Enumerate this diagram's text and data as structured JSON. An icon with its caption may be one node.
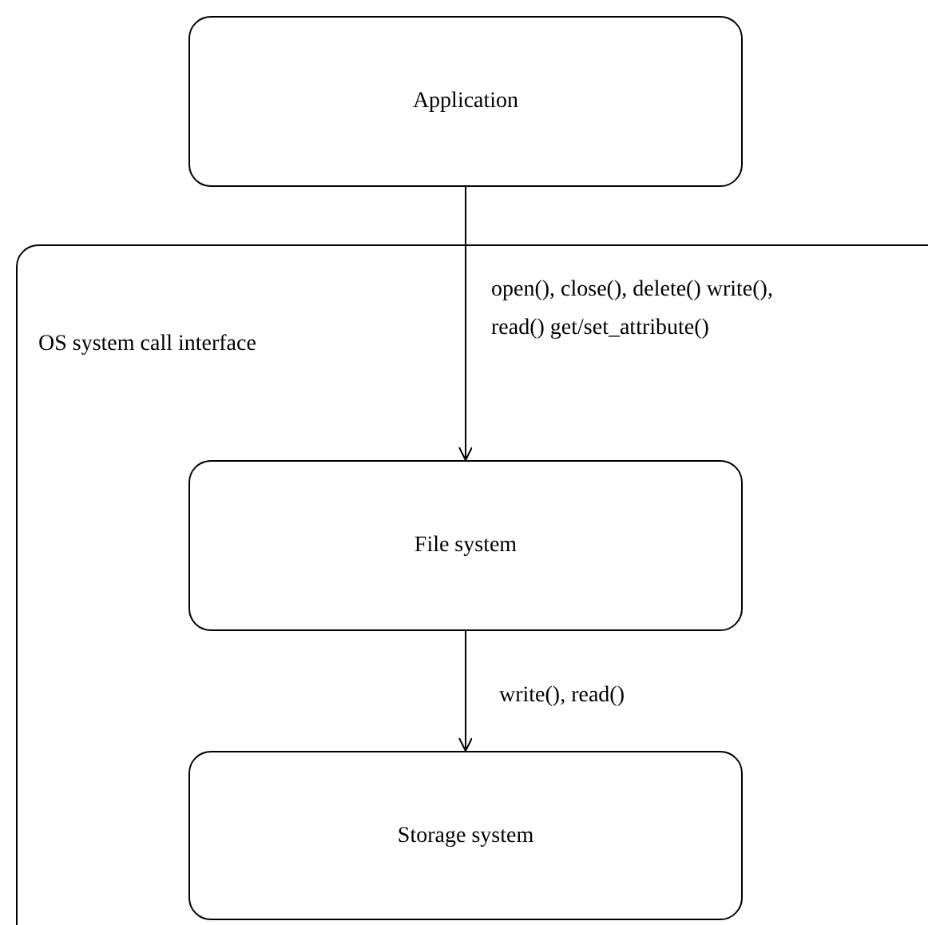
{
  "diagram": {
    "nodes": [
      {
        "text": [
          "Application"
        ]
      },
      {
        "text": [
          "OS system call interface"
        ]
      },
      {
        "text": [
          "File system"
        ],
        "in": 1
      },
      {
        "text": [
          "Storage system"
        ],
        "in": 1
      }
    ],
    "edges": [
      {
        "from": 0,
        "to": 2,
        "arrow": "to",
        "label": "open(), close(), delete() write(), read() get/set_attribute()"
      },
      {
        "from": 2,
        "to": 3,
        "arrow": "to",
        "label": "write(), read()"
      }
    ]
  }
}
